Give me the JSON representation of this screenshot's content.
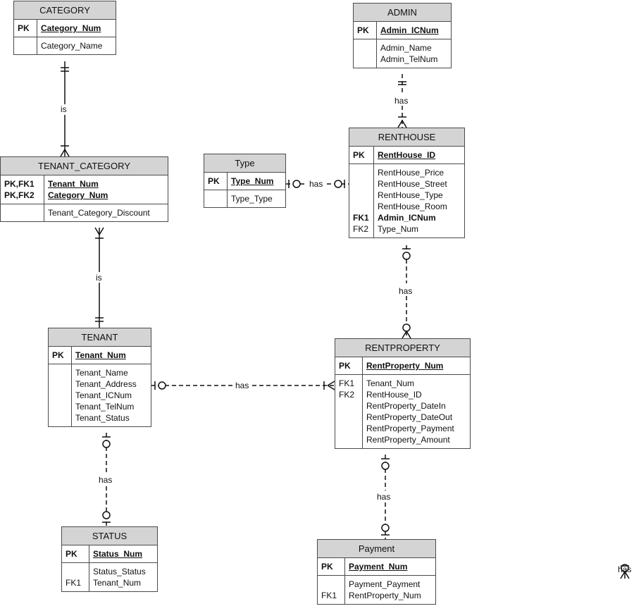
{
  "entities": {
    "category": {
      "title": "CATEGORY",
      "pk": {
        "keys": [
          "PK"
        ],
        "attrs": [
          "Category_Num"
        ]
      },
      "body": {
        "keys": [
          ""
        ],
        "attrs": [
          "Category_Name"
        ]
      }
    },
    "admin": {
      "title": "ADMIN",
      "pk": {
        "keys": [
          "PK"
        ],
        "attrs": [
          "Admin_ICNum"
        ]
      },
      "body": {
        "keys": [
          "",
          ""
        ],
        "attrs": [
          "Admin_Name",
          "Admin_TelNum"
        ]
      }
    },
    "tenant_category": {
      "title": "TENANT_CATEGORY",
      "pk": {
        "keys": [
          "PK,FK1",
          "PK,FK2"
        ],
        "attrs": [
          "Tenant_Num",
          "Category_Num"
        ]
      },
      "body": {
        "keys": [
          ""
        ],
        "attrs": [
          "Tenant_Category_Discount"
        ]
      }
    },
    "type": {
      "title": "Type",
      "pk": {
        "keys": [
          "PK"
        ],
        "attrs": [
          "Type_Num"
        ]
      },
      "body": {
        "keys": [
          ""
        ],
        "attrs": [
          "Type_Type"
        ]
      }
    },
    "renthouse": {
      "title": "RENTHOUSE",
      "pk": {
        "keys": [
          "PK"
        ],
        "attrs": [
          "RentHouse_ID"
        ]
      },
      "body": {
        "keys": [
          "",
          "",
          "",
          "",
          "FK1",
          "FK2"
        ],
        "attrs": [
          "RentHouse_Price",
          "RentHouse_Street",
          "RentHouse_Type",
          "RentHouse_Room",
          "Admin_ICNum",
          "Type_Num"
        ]
      }
    },
    "tenant": {
      "title": "TENANT",
      "pk": {
        "keys": [
          "PK"
        ],
        "attrs": [
          "Tenant_Num"
        ]
      },
      "body": {
        "keys": [
          "",
          "",
          "",
          "",
          ""
        ],
        "attrs": [
          "Tenant_Name",
          "Tenant_Address",
          "Tenant_ICNum",
          "Tenant_TelNum",
          "Tenant_Status"
        ]
      }
    },
    "rentproperty": {
      "title": "RENTPROPERTY",
      "pk": {
        "keys": [
          "PK"
        ],
        "attrs": [
          "RentProperty_Num"
        ]
      },
      "body": {
        "keys": [
          "FK1",
          "FK2",
          "",
          "",
          "",
          ""
        ],
        "attrs": [
          "Tenant_Num",
          "RentHouse_ID",
          "RentProperty_DateIn",
          "RentProperty_DateOut",
          "RentProperty_Payment",
          "RentProperty_Amount"
        ]
      }
    },
    "status": {
      "title": "STATUS",
      "pk": {
        "keys": [
          "PK"
        ],
        "attrs": [
          "Status_Num"
        ]
      },
      "body": {
        "keys": [
          "",
          "FK1"
        ],
        "attrs": [
          "Status_Status",
          "Tenant_Num"
        ]
      }
    },
    "payment": {
      "title": "Payment",
      "pk": {
        "keys": [
          "PK"
        ],
        "attrs": [
          "Payment_Num"
        ]
      },
      "body": {
        "keys": [
          "",
          "FK1"
        ],
        "attrs": [
          "Payment_Payment",
          "RentProperty_Num"
        ]
      }
    }
  },
  "relationships": [
    {
      "id": "category-tenant_category",
      "label": "is"
    },
    {
      "id": "admin-renthouse",
      "label": "has"
    },
    {
      "id": "type-renthouse",
      "label": "has"
    },
    {
      "id": "tenant_category-tenant",
      "label": "is"
    },
    {
      "id": "renthouse-rentproperty",
      "label": "has"
    },
    {
      "id": "tenant-rentproperty",
      "label": "has"
    },
    {
      "id": "tenant-status",
      "label": "has"
    },
    {
      "id": "rentproperty-payment",
      "label": "has"
    },
    {
      "id": "stray",
      "label": "has"
    }
  ]
}
